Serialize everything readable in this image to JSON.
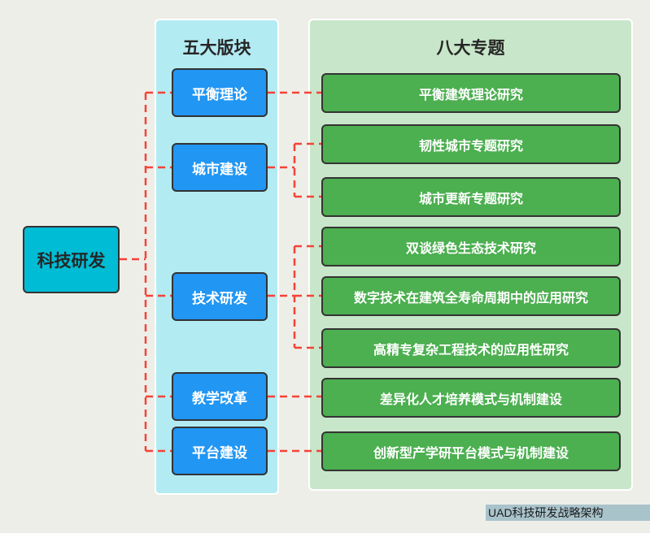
{
  "root": {
    "label": "科技研发"
  },
  "left_panel": {
    "title": "五大版块"
  },
  "right_panel": {
    "title": "八大专题"
  },
  "sections": [
    {
      "label": "平衡理论"
    },
    {
      "label": "城市建设"
    },
    {
      "label": "技术研发"
    },
    {
      "label": "教学改革"
    },
    {
      "label": "平台建设"
    }
  ],
  "topics": [
    {
      "label": "平衡建筑理论研究",
      "section": 0
    },
    {
      "label": "韧性城市专题研究",
      "section": 1
    },
    {
      "label": "城市更新专题研究",
      "section": 1
    },
    {
      "label": "双谈绿色生态技术研究",
      "section": 2
    },
    {
      "label": "数字技术在建筑全寿命周期中的应用研究",
      "section": 2
    },
    {
      "label": "高精专复杂工程技术的应用性研究",
      "section": 2
    },
    {
      "label": "差异化人才培养模式与机制建设",
      "section": 3
    },
    {
      "label": "创新型产学研平台模式与机制建设",
      "section": 4
    }
  ],
  "caption": "UAD科技研发战略架构",
  "colors": {
    "root": "#00bcd4",
    "section": "#2196f3",
    "topic": "#4caf50",
    "connector": "#f44336",
    "left_panel_bg": "#b3ebf3",
    "right_panel_bg": "#c8e6c9"
  }
}
